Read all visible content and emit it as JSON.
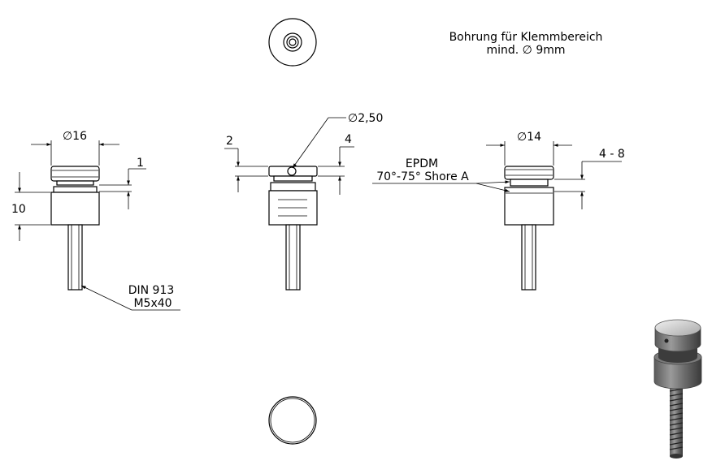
{
  "note": {
    "line1": "Bohrung für Klemmbereich",
    "line2": "mind. ∅ 9mm"
  },
  "view_left": {
    "diameter": "∅16",
    "dim_gap": "1",
    "dim_height": "10",
    "screw_line1": "DIN 913",
    "screw_line2": "M5x40"
  },
  "view_middle": {
    "hole_diameter": "∅2,50",
    "dim_top": "2",
    "dim_right": "4"
  },
  "view_right": {
    "diameter": "∅14",
    "seal_line1": "EPDM",
    "seal_line2": "70°-75° Shore A",
    "dim_range": "4 - 8"
  }
}
